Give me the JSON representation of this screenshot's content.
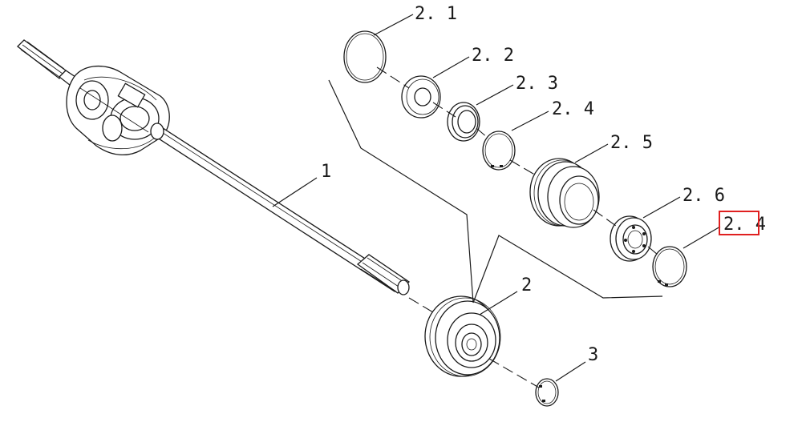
{
  "diagram": {
    "callouts": {
      "c1": "1",
      "c2": "2",
      "c3": "3",
      "c2_1": "2. 1",
      "c2_2": "2. 2",
      "c2_3": "2. 3",
      "c2_4": "2. 4",
      "c2_5": "2. 5",
      "c2_6": "2. 6",
      "c2_4_highlight": "2. 4"
    },
    "highlight_color": "#e02020",
    "line_color": "#1a1a1a"
  }
}
